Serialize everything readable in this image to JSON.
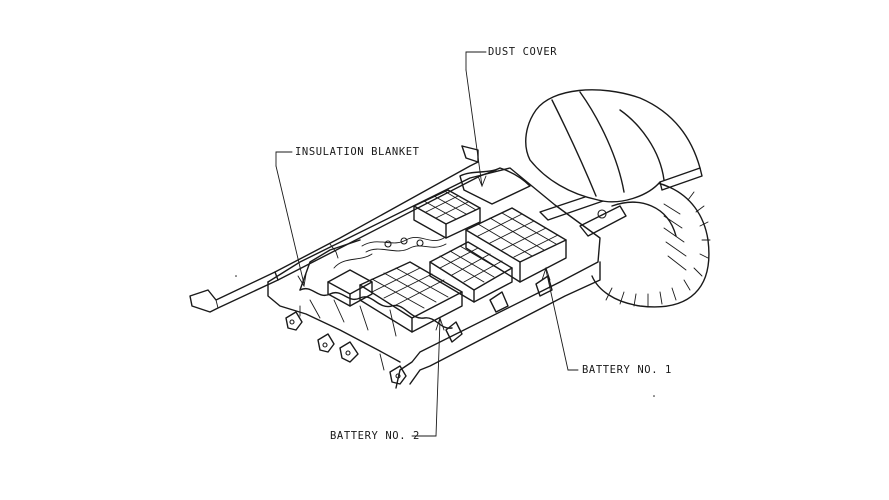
{
  "diagram": {
    "labels": {
      "dust_cover": "DUST COVER",
      "insulation_blanket": "INSULATION BLANKET",
      "battery_1": "BATTERY NO. 1",
      "battery_2": "BATTERY NO. 2"
    },
    "colors": {
      "ink": "#1a1a1a",
      "paper": "#ffffff"
    }
  }
}
